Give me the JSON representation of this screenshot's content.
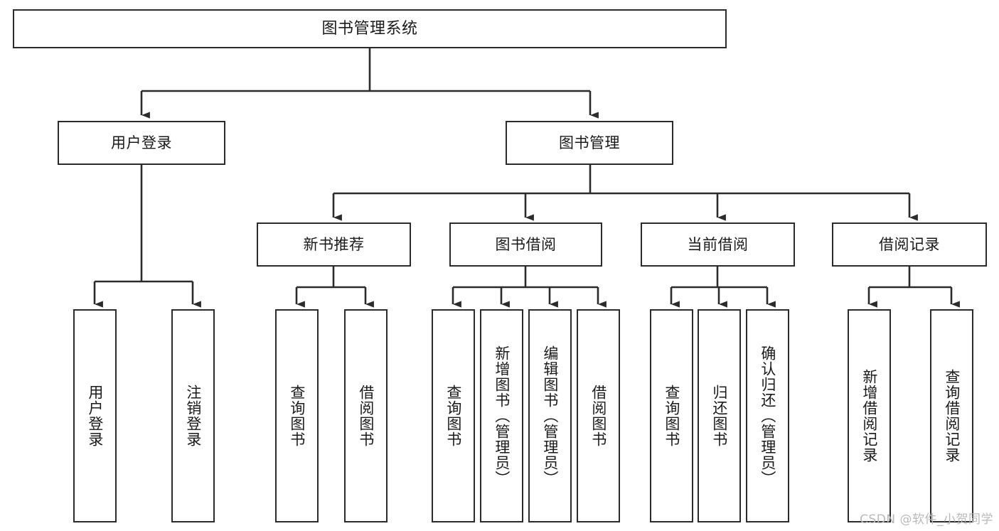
{
  "diagram": {
    "title": "图书管理系统",
    "type": "tree-hierarchy-chart",
    "watermark": "CSDN @软件_小贺同学",
    "colors": {
      "box_border": "#2b2b2b",
      "box_fill": "#ffffff",
      "connector": "#2b2b2b",
      "text": "#1a1a1a",
      "watermark": "#b9b9b9",
      "background": "#ffffff"
    }
  },
  "nodes": {
    "root": {
      "label": "图书管理系统"
    },
    "level2": [
      {
        "id": "user-login",
        "label": "用户登录"
      },
      {
        "id": "book-management",
        "label": "图书管理"
      }
    ],
    "level3": [
      {
        "id": "new-book-recommend",
        "label": "新书推荐"
      },
      {
        "id": "book-borrow",
        "label": "图书借阅"
      },
      {
        "id": "current-borrow",
        "label": "当前借阅"
      },
      {
        "id": "borrow-record",
        "label": "借阅记录"
      }
    ],
    "leaves": {
      "user_login": [
        {
          "id": "leaf-user-login",
          "label": "用户登录"
        },
        {
          "id": "leaf-logout-login",
          "label": "注销登录"
        }
      ],
      "new_book_recommend": [
        {
          "id": "leaf-query-book-1",
          "label": "查询图书"
        },
        {
          "id": "leaf-borrow-book-1",
          "label": "借阅图书"
        }
      ],
      "book_borrow": [
        {
          "id": "leaf-query-book-2",
          "label": "查询图书"
        },
        {
          "id": "leaf-add-book",
          "label": "新增图书（管理员）"
        },
        {
          "id": "leaf-edit-book",
          "label": "编辑图书（管理员）"
        },
        {
          "id": "leaf-borrow-book-2",
          "label": "借阅图书"
        }
      ],
      "current_borrow": [
        {
          "id": "leaf-query-book-3",
          "label": "查询图书"
        },
        {
          "id": "leaf-return-book",
          "label": "归还图书"
        },
        {
          "id": "leaf-confirm-return",
          "label": "确认归还（管理员）"
        }
      ],
      "borrow_record": [
        {
          "id": "leaf-add-record",
          "label": "新增借阅记录"
        },
        {
          "id": "leaf-query-record",
          "label": "查询借阅记录"
        }
      ]
    }
  }
}
